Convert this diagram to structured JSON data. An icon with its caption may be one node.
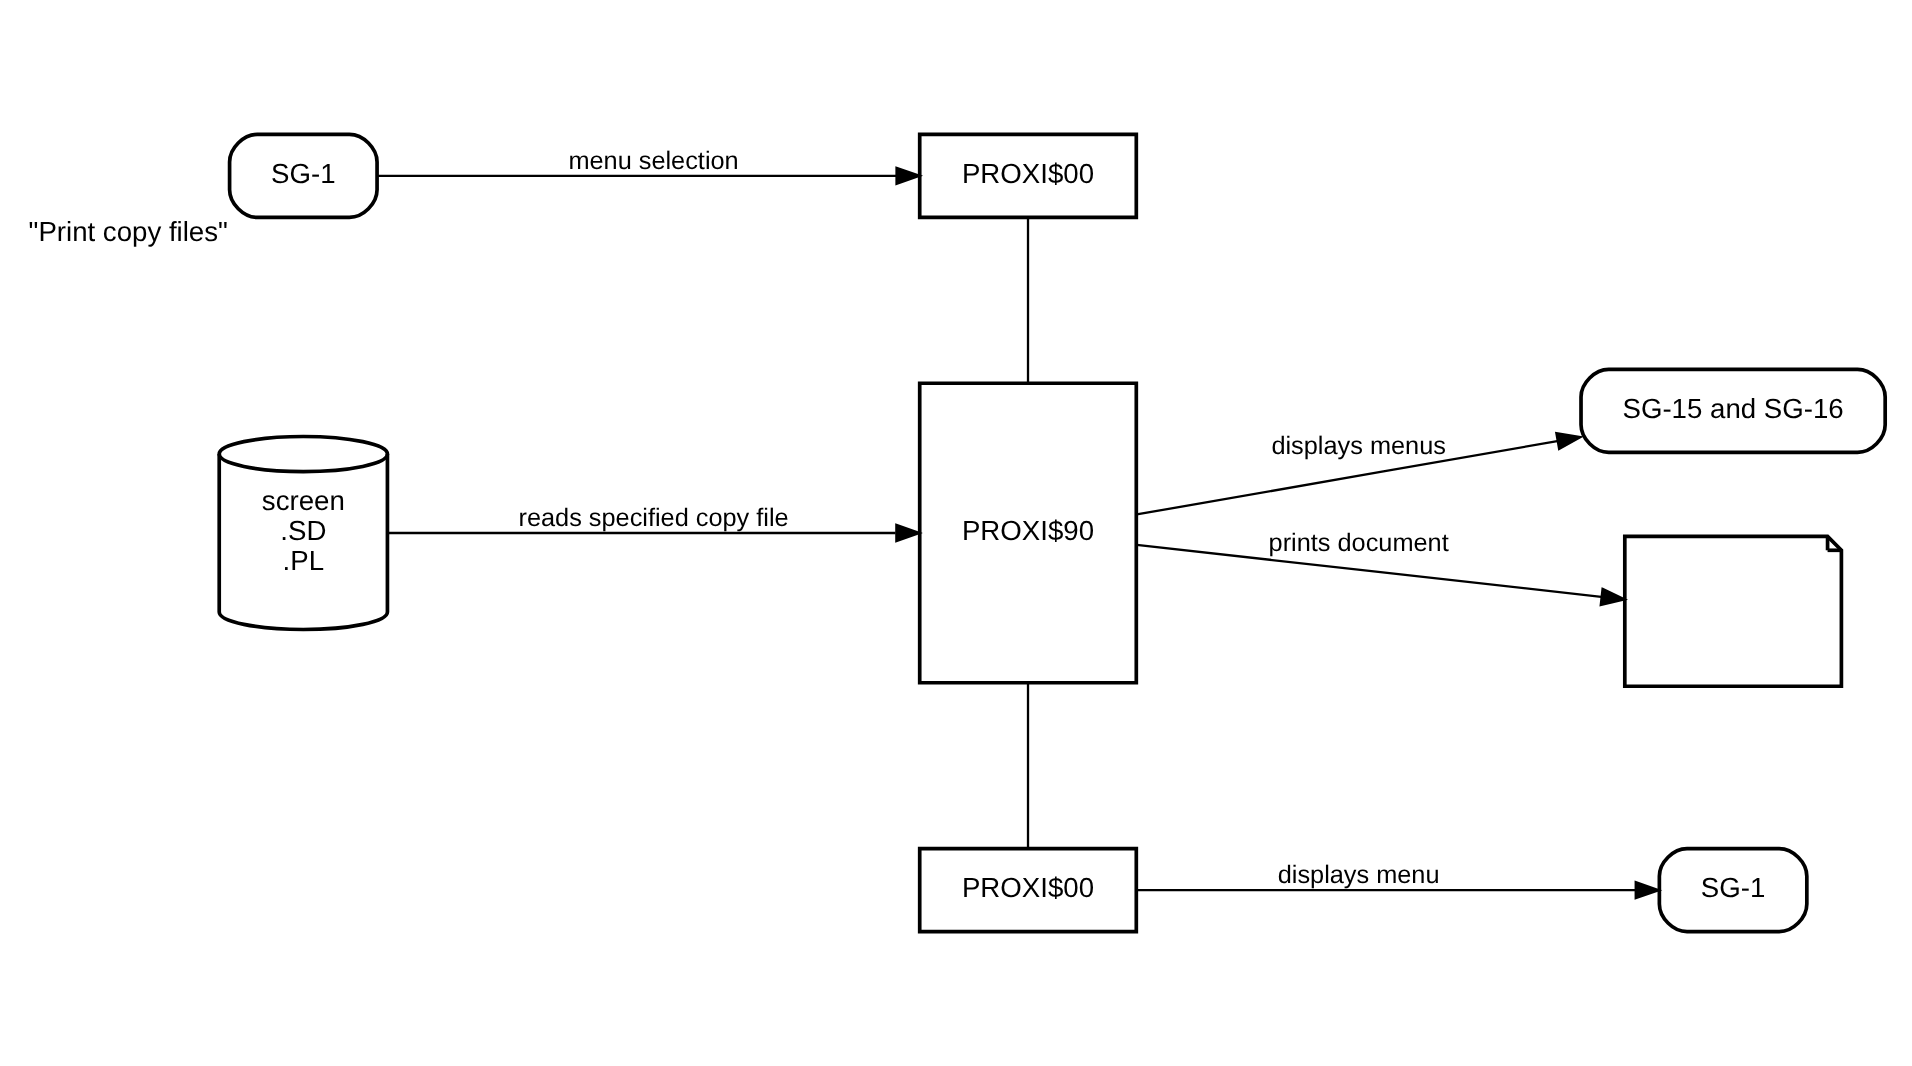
{
  "diagram": {
    "nodes": [
      {
        "text": [
          "SG-1"
        ],
        "beside": [
          "\"Print copy files\""
        ]
      },
      {
        "text": [
          "PROXI$00"
        ]
      },
      {
        "text": [
          "PROXI$90"
        ]
      },
      {
        "text": [
          "screen",
          ".SD",
          ".PL"
        ]
      },
      {
        "text": [
          "SG-15 and SG-16"
        ]
      },
      {
        "text": [],
        "shape": "document"
      },
      {
        "text": [
          "PROXI$00"
        ]
      },
      {
        "text": [
          "SG-1"
        ]
      }
    ],
    "edges": [
      {
        "from": 0,
        "to": 1,
        "arrow": "to",
        "label": "menu selection"
      },
      {
        "from": 1,
        "to": 2,
        "arrow": "none"
      },
      {
        "from": 3,
        "to": 2,
        "arrow": "to",
        "label": "reads specified copy file"
      },
      {
        "from": 2,
        "to": 4,
        "arrow": "to",
        "label": "displays menus"
      },
      {
        "from": 2,
        "to": 5,
        "arrow": "to",
        "label": "prints document"
      },
      {
        "from": 2,
        "to": 6,
        "arrow": "none"
      },
      {
        "from": 6,
        "to": 7,
        "arrow": "to",
        "label": "displays menu"
      }
    ]
  }
}
